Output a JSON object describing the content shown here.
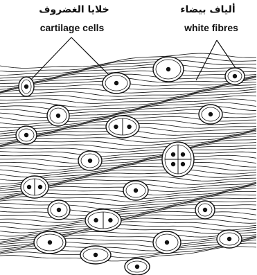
{
  "labels": {
    "cartilage_cells": {
      "arabic": "خلايا الغضروف",
      "english": "cartilage  cells"
    },
    "white_fibres": {
      "arabic": "ألياف بيضاء",
      "english": "white fibres"
    }
  },
  "colors": {
    "ink": "#111111",
    "paper": "#ffffff"
  }
}
